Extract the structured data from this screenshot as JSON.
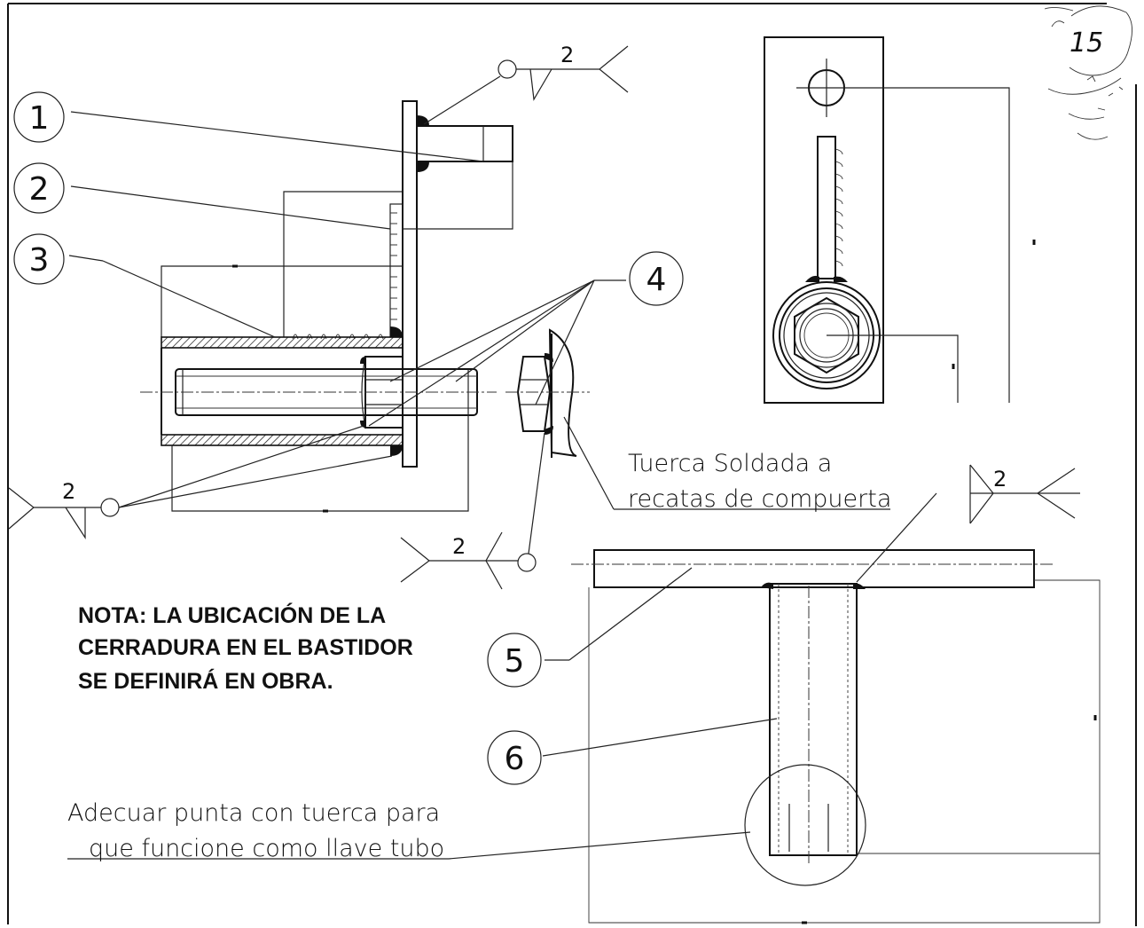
{
  "sheet": {
    "stamp_number": "15"
  },
  "balloons": {
    "b1": "1",
    "b2": "2",
    "b3": "3",
    "b4": "4",
    "b5": "5",
    "b6": "6"
  },
  "weld_symbols": {
    "size": "2"
  },
  "notes": {
    "nota_line1": "NOTA: LA UBICACIÓN DE LA",
    "nota_line2": "CERRADURA EN EL BASTIDOR",
    "nota_line3": "SE DEFINIRÁ EN OBRA."
  },
  "callouts": {
    "nut_line1": "Tuerca Soldada a",
    "nut_line2": "recatas de compuerta",
    "tip_line1": "Adecuar punta con tuerca para",
    "tip_line2": "que funcione como llave tubo"
  }
}
